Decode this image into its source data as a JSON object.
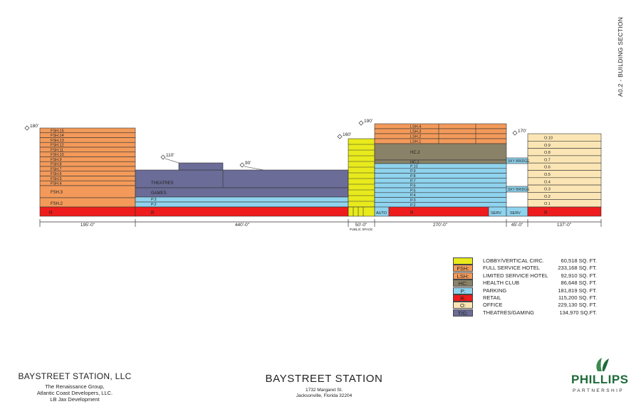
{
  "sheet": {
    "title": "A0.2 - BUILDING SECTION"
  },
  "colors": {
    "lobby": "#e8ea1c",
    "fsh": "#f39a5a",
    "lsh": "#f39a5a",
    "hc": "#8a8268",
    "parking": "#8fd3ee",
    "retail": "#ee1c1c",
    "office": "#fbe5b4",
    "theatre": "#6b6c97",
    "sky": "#8fd3ee"
  },
  "diagram": {
    "elevations": [
      "180'",
      "110'",
      "90'",
      "160'",
      "190'",
      "170'"
    ],
    "dimensions": [
      "195'-0\"",
      "440'-0\"",
      "50'-0\"",
      "270'-0\"",
      "45'-0\"",
      "137'-0\""
    ],
    "public_space": "PUBLIC SPACE",
    "hotel_a": {
      "floors": [
        "FSH.15",
        "FSH.14",
        "FSH.13",
        "FSH.12",
        "FSH.11",
        "FSH.10",
        "FSH.9",
        "FSH.8",
        "FSH.7",
        "FSH.6",
        "FSH.5",
        "FSH.4"
      ],
      "fsh3": "FSH.3",
      "fsh2": "FSH.2",
      "retail": "R"
    },
    "theatre_block": {
      "theatres": "THEATRES",
      "games": "GAMES",
      "p3": "P.3",
      "p2": "P.2",
      "retail": "R"
    },
    "tower_b": {
      "lsh": [
        "LSH.4",
        "LSH.3",
        "LSH.2",
        "LSH.1"
      ],
      "hc2": "HC.2",
      "hc1": "HC.1",
      "parking": [
        "P.10",
        "P.9",
        "P.8",
        "P.7",
        "P.6",
        "P.5",
        "P.4",
        "P.3",
        "P.2"
      ],
      "auto": "AUTO",
      "retail": "R",
      "serv": "SERV"
    },
    "sky_bridge_upper": "SKY BRIDGE",
    "sky_bridge_lower": "SKY BRIDGE",
    "serv2": "SERV",
    "office": {
      "floors": [
        "O.10",
        "O.9",
        "O.8",
        "O.7",
        "O.6",
        "O.5",
        "O.4",
        "O.3",
        "O.2",
        "O.1"
      ],
      "retail": "R"
    }
  },
  "legend": [
    {
      "code": "",
      "name": "LOBBY/VERTICAL CIRC.",
      "area": "60,518 SQ. FT.",
      "color": "#e8ea1c"
    },
    {
      "code": "FSH:",
      "name": "FULL SERVICE HOTEL",
      "area": "233,168 SQ. FT.",
      "color": "#f39a5a"
    },
    {
      "code": "LSH:",
      "name": "LIMITED SERVICE HOTEL",
      "area": "92,910 SQ. FT.",
      "color": "#f39a5a"
    },
    {
      "code": "HC:",
      "name": "HEALTH CLUB",
      "area": "86,648 SQ. FT.",
      "color": "#8a8268"
    },
    {
      "code": "P:",
      "name": "PARKING",
      "area": "181,819 SQ. FT.",
      "color": "#8fd3ee"
    },
    {
      "code": "R:",
      "name": "RETAIL",
      "area": "115,200 SQ. FT.",
      "color": "#ee1c1c"
    },
    {
      "code": "O:",
      "name": "OFFICE",
      "area": "229,130 SQ. FT.",
      "color": "#fbe5b4"
    },
    {
      "code": "T/G:",
      "name": "THEATRES/GAMING",
      "area": "134,970 SQ.FT.",
      "color": "#6b6c97"
    }
  ],
  "footer": {
    "developer": "BAYSTREET STATION, LLC",
    "developer_lines": [
      "The Renaissance Group,",
      "Atlantic Coast Developers, LLC.",
      "LB Jax Development"
    ],
    "project": "BAYSTREET STATION",
    "address": [
      "1732 Margaret St.",
      "Jacksonville, Florida 32204"
    ],
    "logo_word": "PHILLIPS",
    "logo_sub": "PARTNERSHIP"
  }
}
